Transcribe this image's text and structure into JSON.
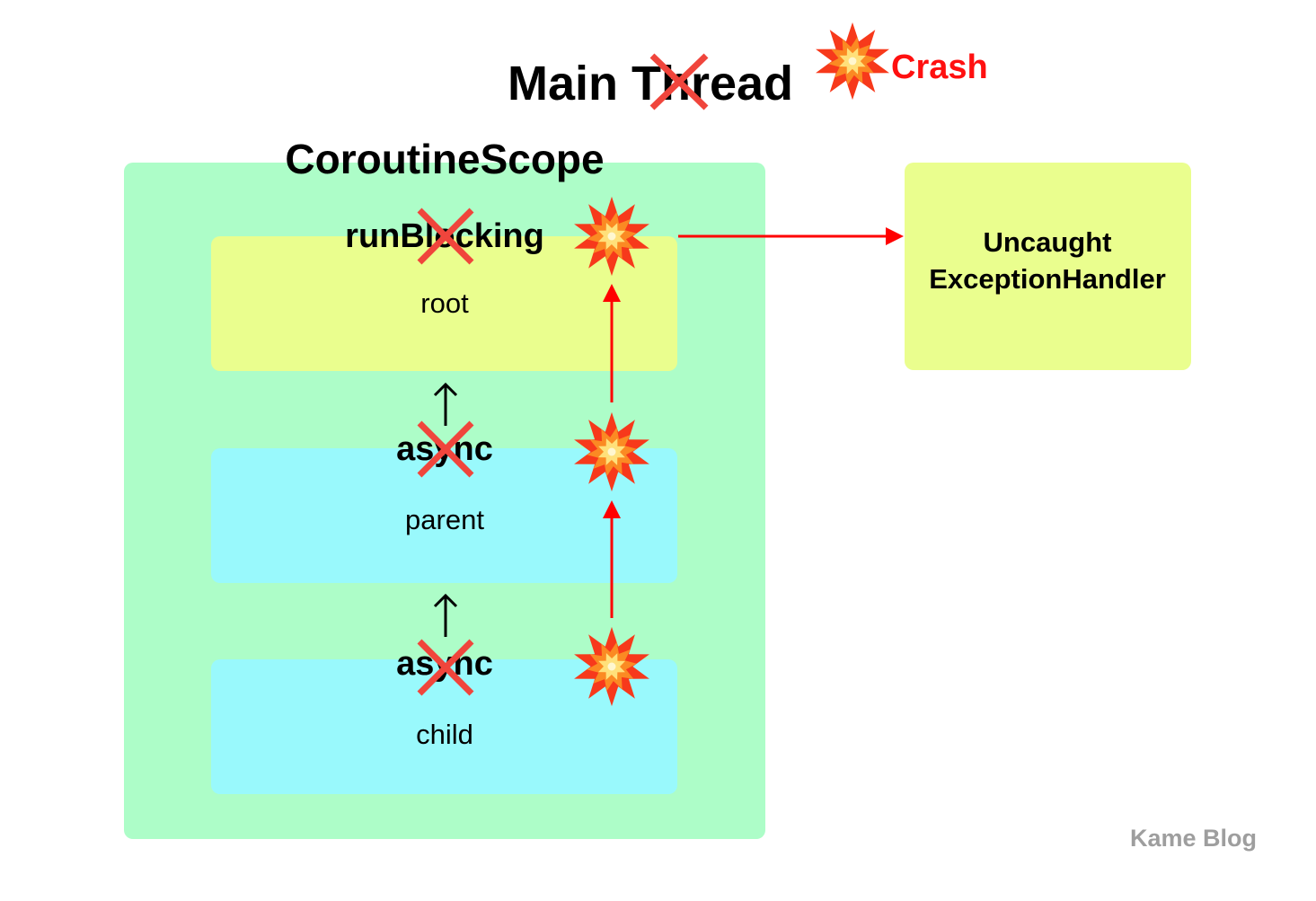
{
  "title": "Main Thread",
  "crash_label": "Crash",
  "scope": {
    "title": "CoroutineScope"
  },
  "nodes": [
    {
      "builder": "runBlocking",
      "role": "root"
    },
    {
      "builder": "async",
      "role": "parent"
    },
    {
      "builder": "async",
      "role": "child"
    }
  ],
  "handler": {
    "line1": "Uncaught",
    "line2": "ExceptionHandler"
  },
  "watermark": "Kame Blog",
  "colors": {
    "scope_bg": "#adfdc8",
    "root_bg": "#eafe8e",
    "coroutine_bg": "#99f9fc",
    "handler_bg": "#eafe8e",
    "error_arrow": "#ff0000",
    "cross": "#f0453c",
    "crash_text": "#ff1010",
    "watermark": "#9e9e9e"
  },
  "icons": {
    "crash": "collision-icon",
    "cancel": "cross-mark-icon",
    "relation": "up-arrow-icon"
  }
}
